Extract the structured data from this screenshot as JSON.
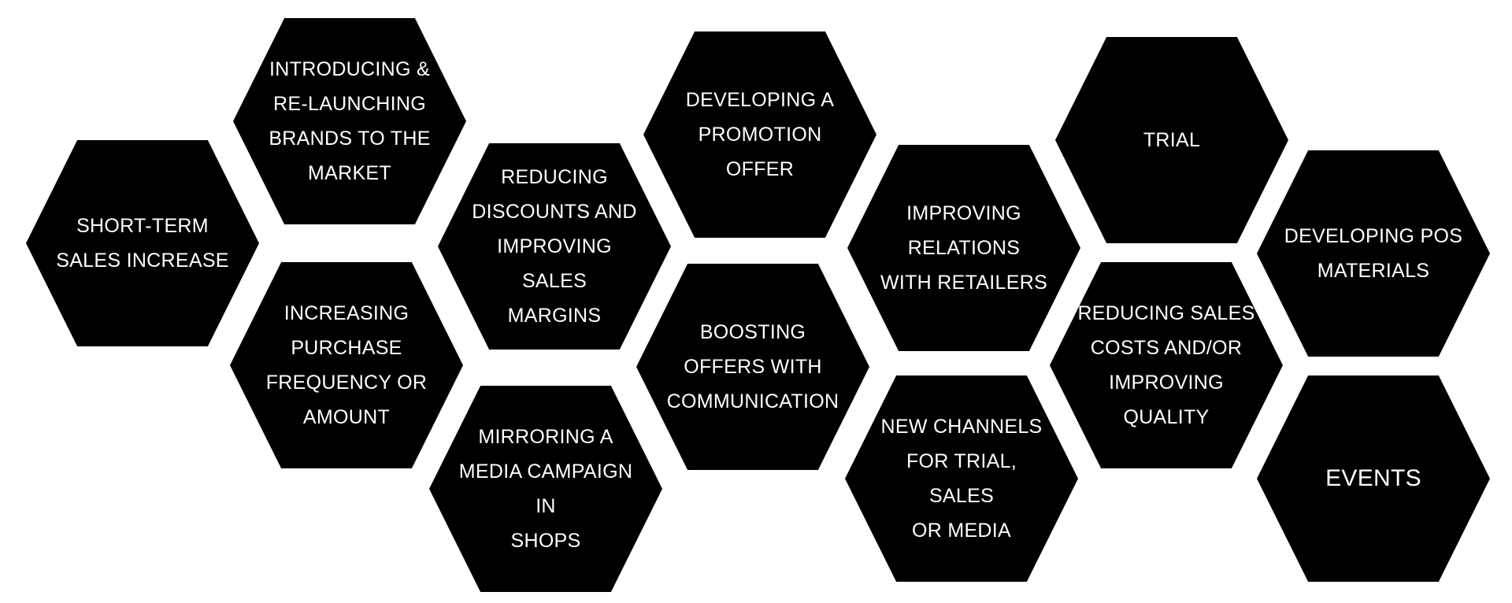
{
  "diagram": {
    "fill_color": "#000000",
    "text_color": "#ffffff",
    "background_color": "#ffffff",
    "hexagons": [
      {
        "id": "short-term-sales-increase",
        "label": "SHORT-TERM\nSALES INCREASE"
      },
      {
        "id": "introducing-relaunching-brands",
        "label": "INTRODUCING &\nRE-LAUNCHING\nBRANDS TO THE\nMARKET"
      },
      {
        "id": "increasing-purchase-frequency",
        "label": "INCREASING\nPURCHASE\nFREQUENCY OR\nAMOUNT"
      },
      {
        "id": "reducing-discounts",
        "label": "REDUCING\nDISCOUNTS AND\nIMPROVING SALES\nMARGINS"
      },
      {
        "id": "mirroring-media-campaign",
        "label": "MIRRORING A\nMEDIA CAMPAIGN IN\nSHOPS"
      },
      {
        "id": "developing-promotion-offer",
        "label": "DEVELOPING A\nPROMOTION OFFER"
      },
      {
        "id": "boosting-offers",
        "label": "BOOSTING\nOFFERS WITH\nCOMMUNICATION"
      },
      {
        "id": "improving-relations",
        "label": "IMPROVING\nRELATIONS\nWITH RETAILERS"
      },
      {
        "id": "new-channels",
        "label": "NEW CHANNELS\nFOR TRIAL, SALES\nOR MEDIA"
      },
      {
        "id": "trial",
        "label": "TRIAL"
      },
      {
        "id": "reducing-sales-costs",
        "label": "REDUCING SALES\nCOSTS AND/OR\nIMPROVING\nQUALITY"
      },
      {
        "id": "developing-pos-materials",
        "label": "DEVELOPING POS\nMATERIALS"
      },
      {
        "id": "events",
        "label": "EVENTS"
      }
    ]
  }
}
